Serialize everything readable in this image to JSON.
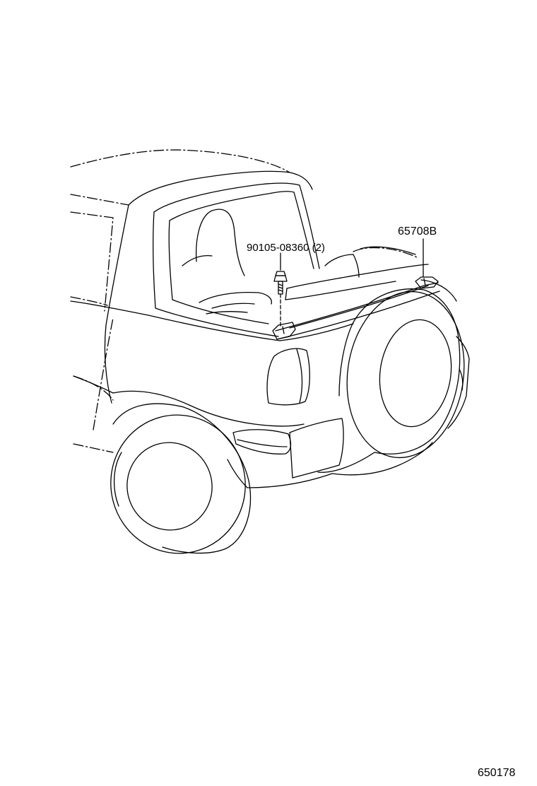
{
  "diagram": {
    "callouts": [
      {
        "id": "part-a",
        "text": "65708B"
      },
      {
        "id": "part-b",
        "text": "90105-08360 (2)"
      }
    ],
    "figure_number": "650178"
  }
}
